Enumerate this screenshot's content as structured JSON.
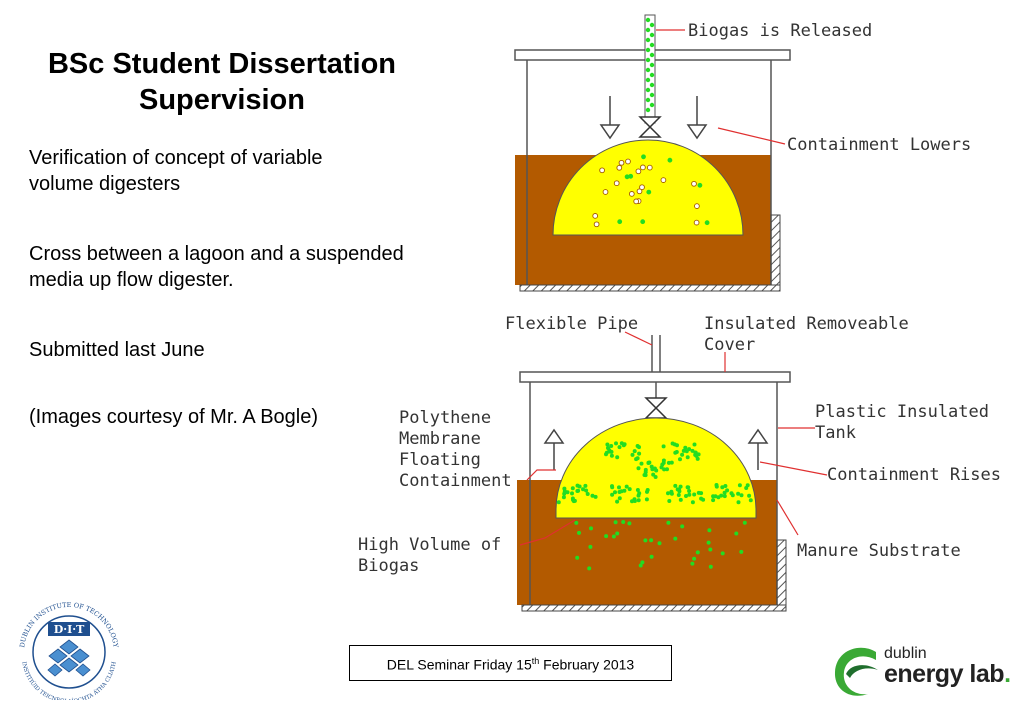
{
  "slide": {
    "title": "BSc Student Dissertation Supervision",
    "bullets": [
      "Verification of concept of variable volume digesters",
      "Cross between a lagoon and a suspended media up flow digester.",
      "Submitted last June",
      "(Images courtesy of Mr. A Bogle)"
    ]
  },
  "diagram": {
    "labels": {
      "biogas_released": "Biogas is Released",
      "containment_lowers": "Containment Lowers",
      "flexible_pipe": "Flexible Pipe",
      "insulated_cover_line1": "Insulated Removeable",
      "insulated_cover_line2": "Cover",
      "plastic_tank_line1": "Plastic Insulated",
      "plastic_tank_line2": "Tank",
      "membrane_line1": "Polythene",
      "membrane_line2": "Membrane",
      "membrane_line3": "Floating",
      "membrane_line4": "Containment",
      "containment_rises": "Containment Rises",
      "high_volume_line1": "High Volume of",
      "high_volume_line2": "Biogas",
      "manure_substrate": "Manure Substrate"
    },
    "colors": {
      "manure": "#b35a00",
      "gas_dome": "#ffff00",
      "bubble": "#22dd22",
      "leader_line": "#e03030"
    }
  },
  "footer": {
    "seminar_prefix": "DEL Seminar Friday 15",
    "seminar_sup": "th",
    "seminar_suffix": " February 2013"
  },
  "logos": {
    "dit_emblem": "D·I·T",
    "dit_ring_top": "DUBLIN INSTITUTE OF TECHNOLOGY",
    "dit_ring_bottom": "INSTITIÚID TEICNEOLAÍOCHTA ÁTHA CLIATH",
    "del_line1": "dublin",
    "del_line2": "energy lab",
    "del_dot": "."
  }
}
